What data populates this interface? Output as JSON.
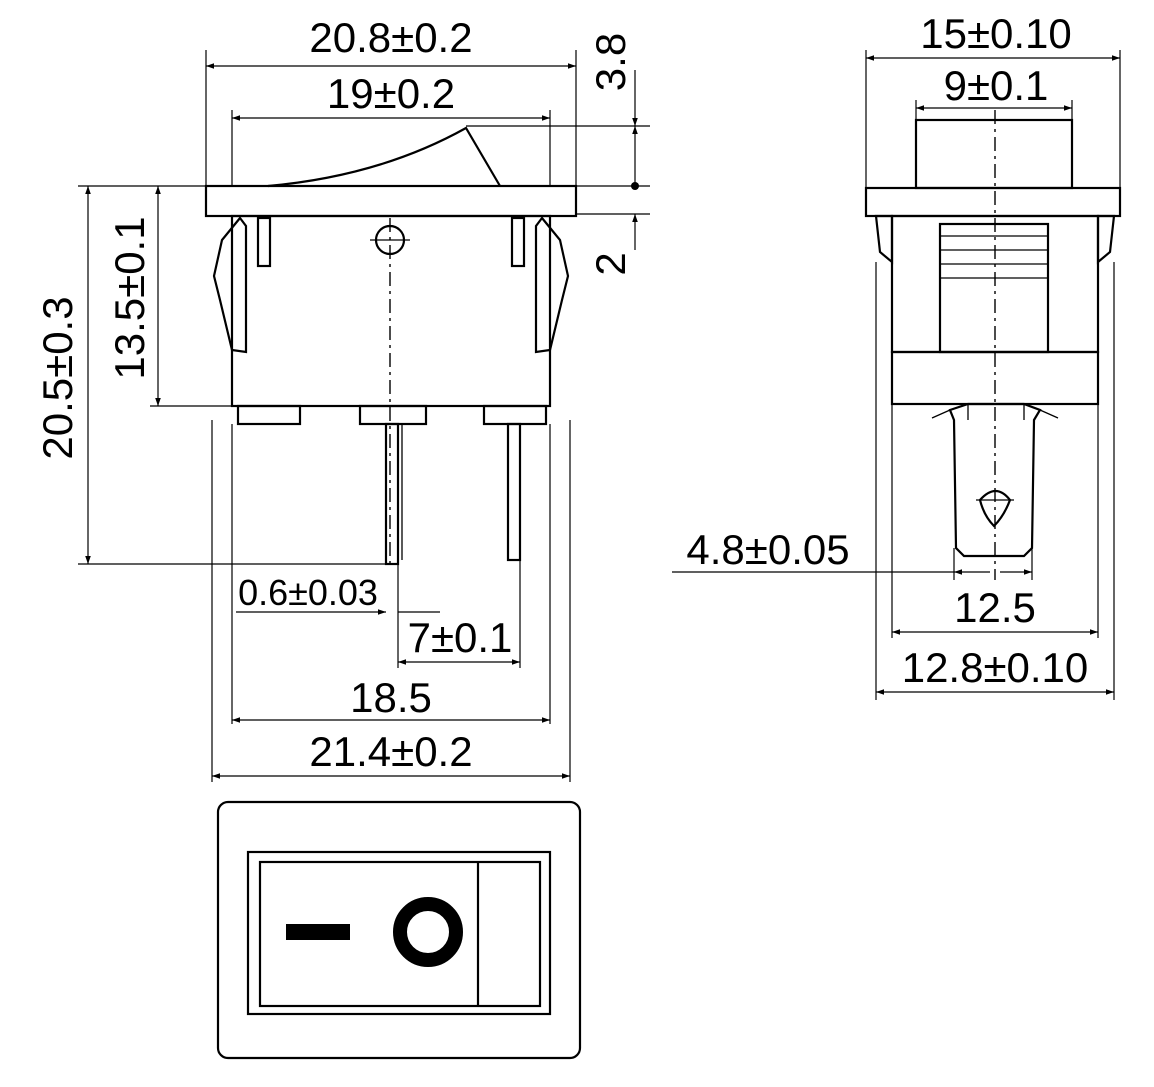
{
  "dimensions": {
    "top_width": "20.8±0.2",
    "rocker_width": "19±0.2",
    "rocker_height": "3.8",
    "flange_thickness": "2",
    "total_height": "20.5±0.3",
    "body_height": "13.5±0.1",
    "terminal_thickness": "0.6±0.03",
    "terminal_pitch": "7±0.1",
    "body_width": "18.5",
    "overall_width": "21.4±0.2",
    "side_top_width": "15±0.10",
    "side_rocker_width": "9±0.1",
    "terminal_width": "4.8±0.05",
    "side_body_width": "12.5",
    "side_overall_width": "12.8±0.10"
  },
  "symbols": {
    "off": "line",
    "on": "circle"
  }
}
